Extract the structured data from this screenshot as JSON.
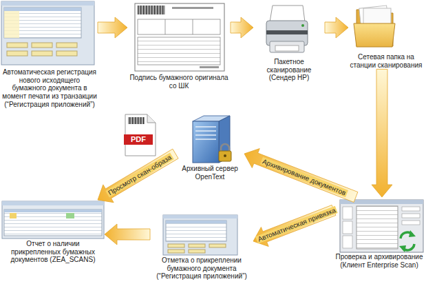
{
  "diagram": {
    "nodes": [
      {
        "text": [
          "Автоматическая регистрация нового исходящего бумажного документа в момент печати из транзакции (“Регистрация приложений”)"
        ]
      },
      {
        "text": [
          "Подпись бумажного оригинала со ШК"
        ]
      },
      {
        "text": [
          "Пакетное сканирование (Сендер HP)"
        ]
      },
      {
        "text": [
          "Сетевая папка на станции сканирования"
        ]
      },
      {
        "text": [
          "Архивный сервер OpenText"
        ]
      },
      {
        "text": [
          "Проверка и архивирование (Клиент Enterprise Scan)"
        ]
      },
      {
        "text": [
          "Отметка о прикреплении бумажного документа (“Регистрация приложений”)"
        ]
      },
      {
        "text": [
          "Отчет о наличии прикрепленных бумажных документов (ZEA_SCANS)"
        ]
      }
    ],
    "edges": [
      {
        "from": 0,
        "to": 1,
        "arrow": "to"
      },
      {
        "from": 1,
        "to": 2,
        "arrow": "to"
      },
      {
        "from": 2,
        "to": 3,
        "arrow": "to"
      },
      {
        "from": 3,
        "to": 5,
        "arrow": "to"
      },
      {
        "from": 5,
        "to": 4,
        "label": "Архивирование документов",
        "arrow": "to"
      },
      {
        "from": 5,
        "to": 6,
        "label": "Автоматическая привязка",
        "arrow": "to"
      },
      {
        "from": 6,
        "to": 7,
        "arrow": "to"
      },
      {
        "from": 4,
        "to": 7,
        "label": "Просмотр скан-образа",
        "arrow": "to"
      }
    ],
    "labels": [
      "PDF"
    ]
  }
}
